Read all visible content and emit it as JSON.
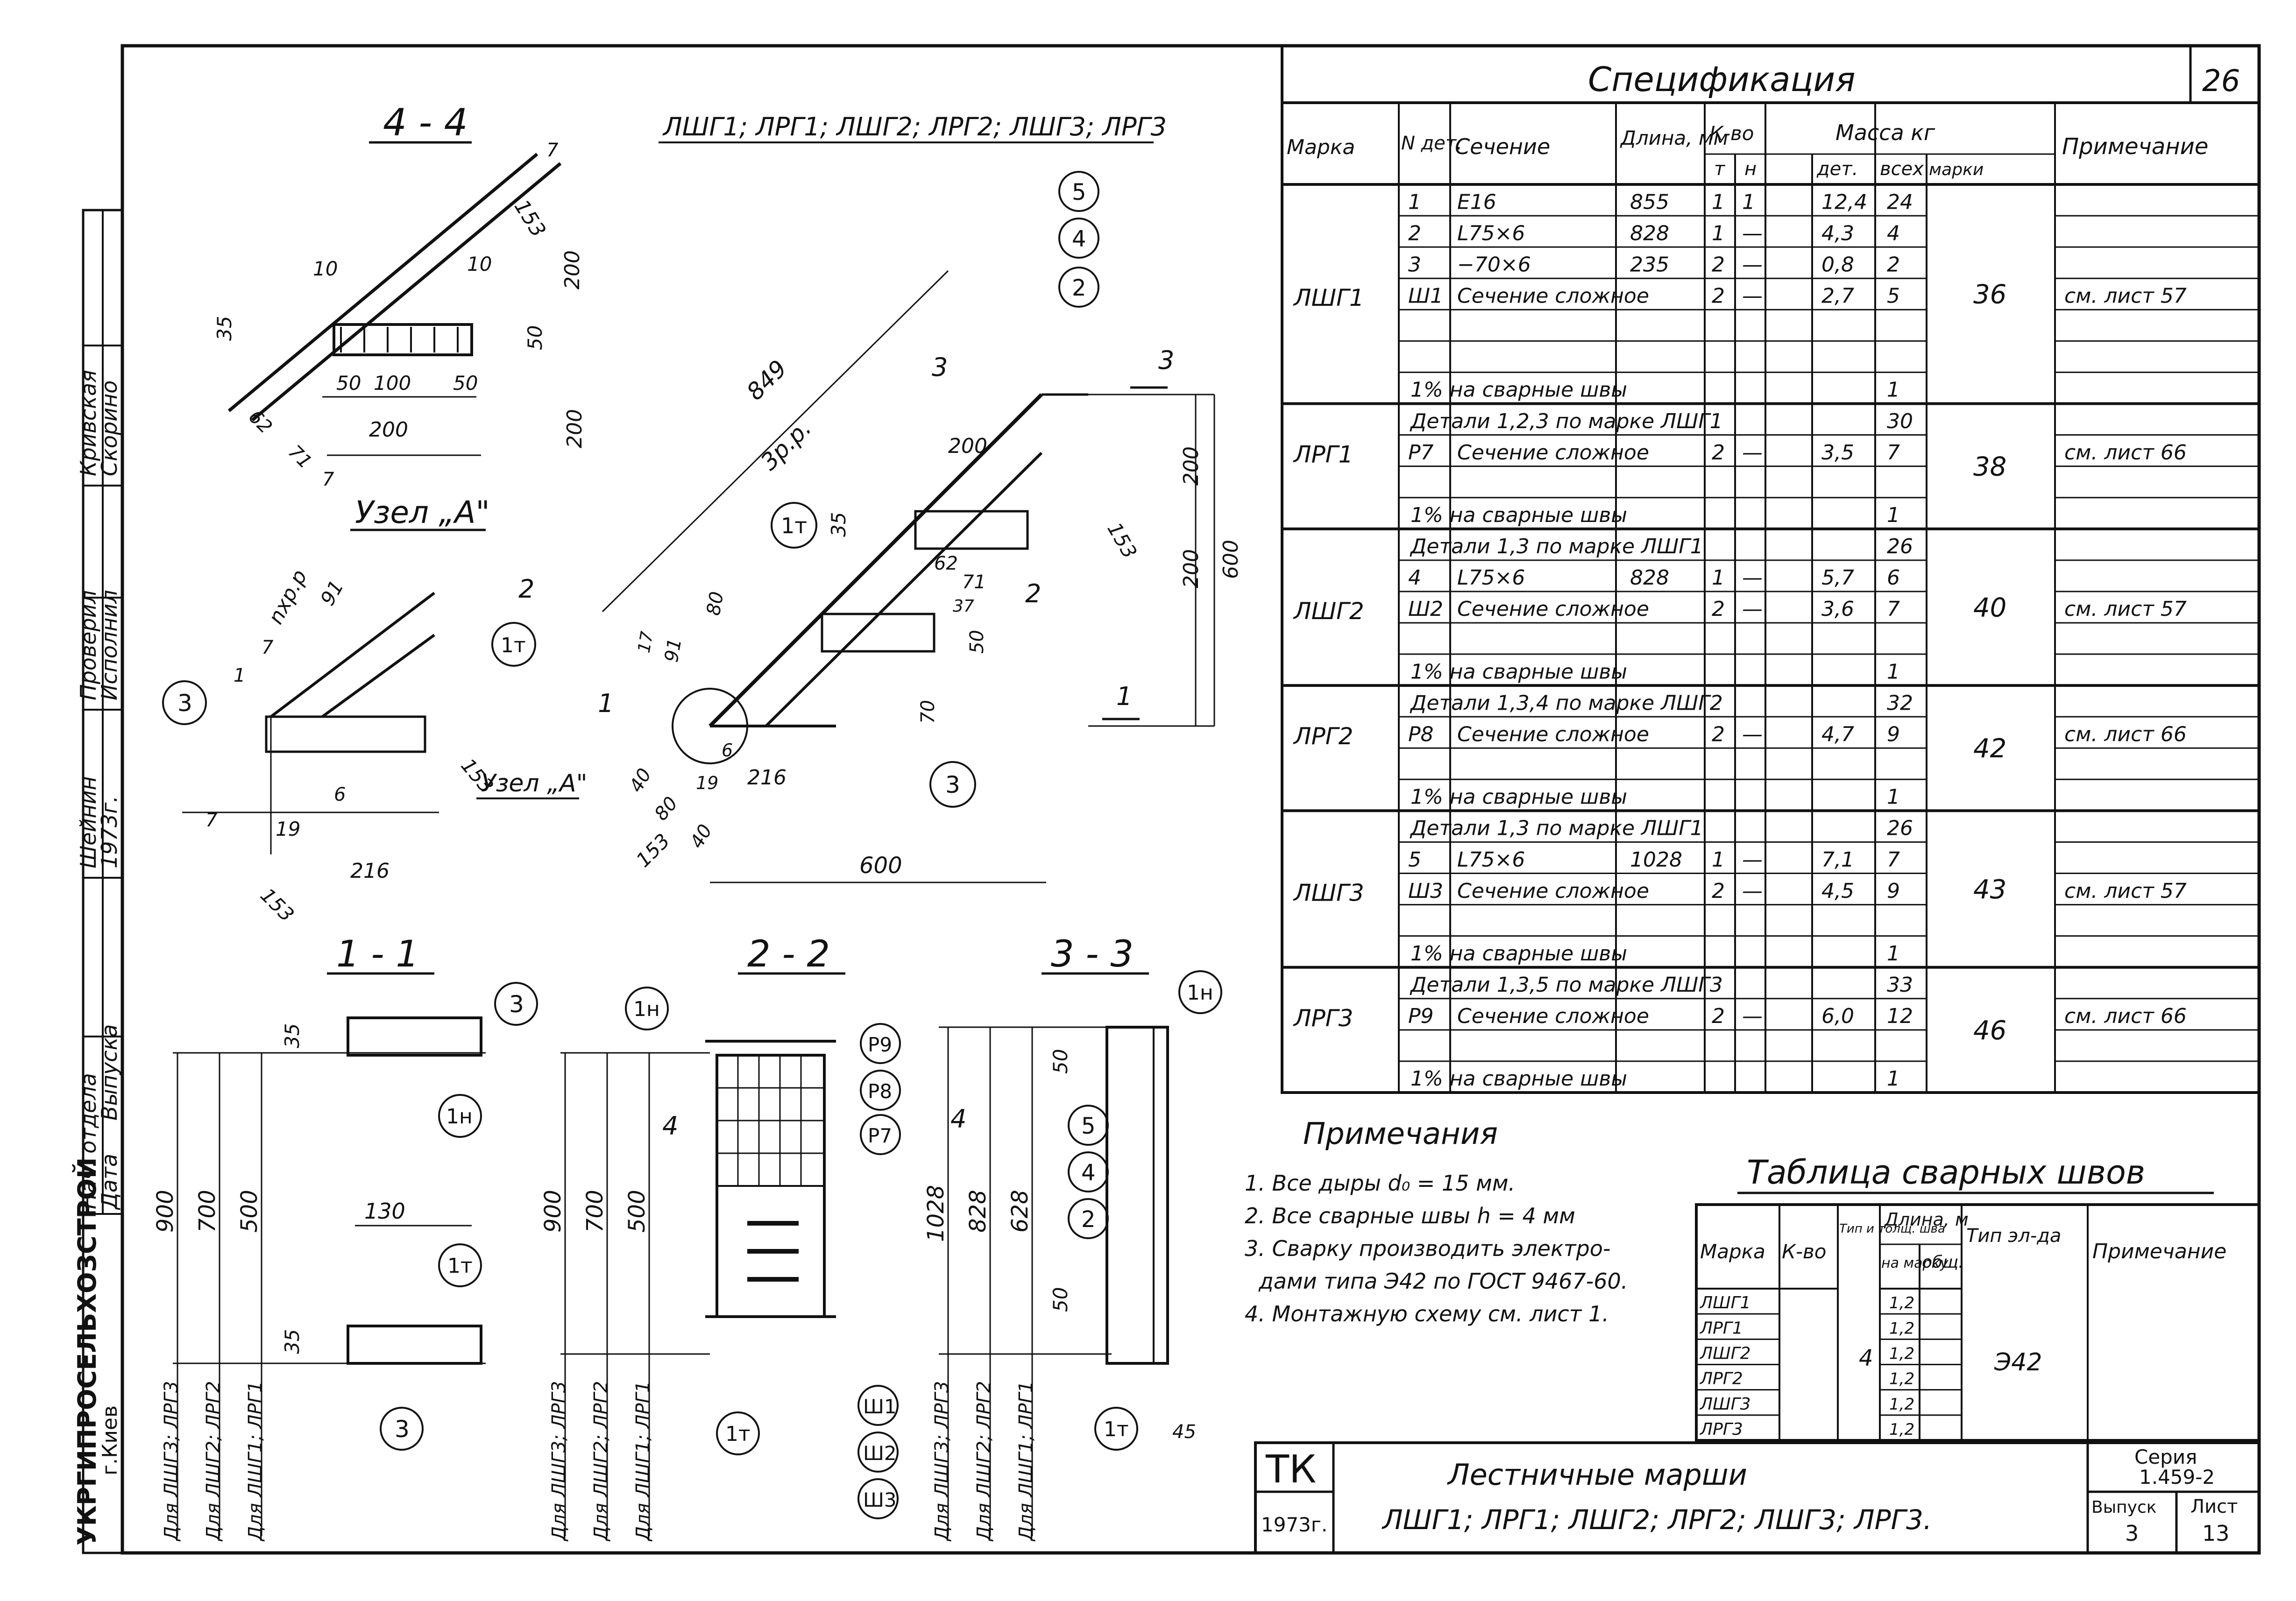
{
  "sheet_no": "26",
  "views": {
    "v44": "4 - 4",
    "v11": "1 - 1",
    "v22": "2 - 2",
    "v33": "3 - 3",
    "main": "ЛШГ1; ЛРГ1; ЛШГ2; ЛРГ2; ЛШГ3; ЛРГ3",
    "node": "Узел „А\"",
    "node_ref": "Узел „А\""
  },
  "dims": {
    "v44": [
      "7",
      "153",
      "200",
      "10",
      "10",
      "35",
      "50",
      "50",
      "100",
      "50",
      "200",
      "200",
      "62",
      "71",
      "7"
    ],
    "main": [
      "849",
      "3р.р.",
      "200",
      "35",
      "62",
      "71",
      "200",
      "200",
      "600",
      "153",
      "37",
      "50",
      "91",
      "80",
      "17",
      "40",
      "80",
      "40",
      "153",
      "216",
      "600",
      "70",
      "6",
      "19"
    ],
    "node": [
      "nxр.р",
      "91",
      "7",
      "1",
      "153",
      "6",
      "19",
      "216",
      "7",
      "153"
    ],
    "sec11": [
      "35",
      "900",
      "700",
      "500",
      "130",
      "35"
    ],
    "sec22": [
      "900",
      "700",
      "500"
    ],
    "sec33": [
      "1028",
      "828",
      "628",
      "50",
      "50",
      "45"
    ]
  },
  "callouts": {
    "main": [
      "5",
      "4",
      "2",
      "1т",
      "3"
    ],
    "v11": [
      "3",
      "1н",
      "1т",
      "3"
    ],
    "v22": [
      "1н",
      "Р9",
      "Р8",
      "Р7",
      "1т",
      "Ш1",
      "Ш2",
      "Ш3"
    ],
    "v33": [
      "1н",
      "5",
      "4",
      "2",
      "1т"
    ],
    "node": [
      "3",
      "1т"
    ]
  },
  "cut_marks": [
    "3",
    "3",
    "2",
    "2",
    "1",
    "1",
    "4",
    "4"
  ],
  "vertical_labels": {
    "v11": [
      "Для ЛШГ3; ЛРГ3",
      "Для ЛШГ2; ЛРГ2",
      "Для ЛШГ1; ЛРГ1"
    ],
    "v22": [
      "Для ЛШГ3; ЛРГ3",
      "Для ЛШГ2; ЛРГ2",
      "Для ЛШГ1; ЛРГ1"
    ],
    "v33": [
      "Для ЛШГ3; ЛРГ3",
      "Для ЛШГ2; ЛРГ2",
      "Для ЛШГ1; ЛРГ1"
    ]
  },
  "left_strip": {
    "org": "УКРГИПРОСЕЛЬХОЗСТРОЙ",
    "city": "г.Киев",
    "roles": [
      "Нач. отдела",
      "Выпуска",
      "Шейнин",
      "Проверил",
      "Исполнил",
      "Кривская",
      "Скорино",
      "Дата",
      "1973г."
    ]
  },
  "spec": {
    "title": "Спецификация",
    "headers": {
      "mark": "Марка",
      "det": "N дет.",
      "section": "Сечение",
      "length": "Длина, мм",
      "qty": "К-во",
      "qty_t": "т",
      "qty_n": "н",
      "mass": "Масса кг",
      "mass_det": "дет.",
      "mass_all": "всех",
      "mass_mark": "марки",
      "note": "Примечание"
    },
    "rows": [
      {
        "mark": "",
        "det": "1",
        "section": "Е16",
        "length": "855",
        "t": "1",
        "n": "1",
        "m_det": "12,4",
        "m_all": "24",
        "note": ""
      },
      {
        "mark": "",
        "det": "2",
        "section": "L75×6",
        "length": "828",
        "t": "1",
        "n": "—",
        "m_det": "4,3",
        "m_all": "4",
        "note": ""
      },
      {
        "mark": "",
        "det": "3",
        "section": "−70×6",
        "length": "235",
        "t": "2",
        "n": "—",
        "m_det": "0,8",
        "m_all": "2",
        "note": ""
      },
      {
        "mark": "ЛШГ1",
        "det": "Ш1",
        "section": "Сечение сложное",
        "length": "",
        "t": "2",
        "n": "—",
        "m_det": "2,7",
        "m_all": "5",
        "note": "см. лист 57"
      },
      {
        "mark": "",
        "det": "",
        "section": "",
        "length": "",
        "t": "",
        "n": "",
        "m_det": "",
        "m_all": "",
        "note": ""
      },
      {
        "mark": "",
        "det": "",
        "section": "",
        "length": "",
        "t": "",
        "n": "",
        "m_det": "",
        "m_all": "",
        "note": ""
      },
      {
        "mark": "",
        "det": "",
        "section": "1% на сварные швы",
        "length": "",
        "t": "",
        "n": "",
        "m_det": "",
        "m_all": "1",
        "note": ""
      },
      {
        "mark": "",
        "det": "",
        "section": "Детали 1,2,3 по марке ЛШГ1",
        "length": "",
        "t": "",
        "n": "",
        "m_det": "",
        "m_all": "30",
        "note": ""
      },
      {
        "mark": "ЛРГ1",
        "det": "Р7",
        "section": "Сечение сложное",
        "length": "",
        "t": "2",
        "n": "—",
        "m_det": "3,5",
        "m_all": "7",
        "note": "см. лист 66"
      },
      {
        "mark": "",
        "det": "",
        "section": "",
        "length": "",
        "t": "",
        "n": "",
        "m_det": "",
        "m_all": "",
        "note": ""
      },
      {
        "mark": "",
        "det": "",
        "section": "1% на сварные швы",
        "length": "",
        "t": "",
        "n": "",
        "m_det": "",
        "m_all": "1",
        "note": ""
      },
      {
        "mark": "",
        "det": "",
        "section": "Детали 1,3 по марке ЛШГ1",
        "length": "",
        "t": "",
        "n": "",
        "m_det": "",
        "m_all": "26",
        "note": ""
      },
      {
        "mark": "",
        "det": "4",
        "section": "L75×6",
        "length": "828",
        "t": "1",
        "n": "—",
        "m_det": "5,7",
        "m_all": "6",
        "note": ""
      },
      {
        "mark": "ЛШГ2",
        "det": "Ш2",
        "section": "Сечение сложное",
        "length": "",
        "t": "2",
        "n": "—",
        "m_det": "3,6",
        "m_all": "7",
        "note": "см. лист 57"
      },
      {
        "mark": "",
        "det": "",
        "section": "",
        "length": "",
        "t": "",
        "n": "",
        "m_det": "",
        "m_all": "",
        "note": ""
      },
      {
        "mark": "",
        "det": "",
        "section": "1% на сварные швы",
        "length": "",
        "t": "",
        "n": "",
        "m_det": "",
        "m_all": "1",
        "note": ""
      },
      {
        "mark": "",
        "det": "",
        "section": "Детали 1,3,4 по марке ЛШГ2",
        "length": "",
        "t": "",
        "n": "",
        "m_det": "",
        "m_all": "32",
        "note": ""
      },
      {
        "mark": "ЛРГ2",
        "det": "Р8",
        "section": "Сечение сложное",
        "length": "",
        "t": "2",
        "n": "—",
        "m_det": "4,7",
        "m_all": "9",
        "note": "см. лист 66"
      },
      {
        "mark": "",
        "det": "",
        "section": "",
        "length": "",
        "t": "",
        "n": "",
        "m_det": "",
        "m_all": "",
        "note": ""
      },
      {
        "mark": "",
        "det": "",
        "section": "1% на сварные швы",
        "length": "",
        "t": "",
        "n": "",
        "m_det": "",
        "m_all": "1",
        "note": ""
      },
      {
        "mark": "",
        "det": "",
        "section": "Детали 1,3 по марке ЛШГ1",
        "length": "",
        "t": "",
        "n": "",
        "m_det": "",
        "m_all": "26",
        "note": ""
      },
      {
        "mark": "",
        "det": "5",
        "section": "L75×6",
        "length": "1028",
        "t": "1",
        "n": "—",
        "m_det": "7,1",
        "m_all": "7",
        "note": ""
      },
      {
        "mark": "ЛШГ3",
        "det": "Ш3",
        "section": "Сечение сложное",
        "length": "",
        "t": "2",
        "n": "—",
        "m_det": "4,5",
        "m_all": "9",
        "note": "см. лист 57"
      },
      {
        "mark": "",
        "det": "",
        "section": "",
        "length": "",
        "t": "",
        "n": "",
        "m_det": "",
        "m_all": "",
        "note": ""
      },
      {
        "mark": "",
        "det": "",
        "section": "1% на сварные швы",
        "length": "",
        "t": "",
        "n": "",
        "m_det": "",
        "m_all": "1",
        "note": ""
      },
      {
        "mark": "",
        "det": "",
        "section": "Детали 1,3,5 по марке ЛШГ3",
        "length": "",
        "t": "",
        "n": "",
        "m_det": "",
        "m_all": "33",
        "note": ""
      },
      {
        "mark": "ЛРГ3",
        "det": "Р9",
        "section": "Сечение сложное",
        "length": "",
        "t": "2",
        "n": "—",
        "m_det": "6,0",
        "m_all": "12",
        "note": "см. лист 66"
      },
      {
        "mark": "",
        "det": "",
        "section": "",
        "length": "",
        "t": "",
        "n": "",
        "m_det": "",
        "m_all": "",
        "note": ""
      },
      {
        "mark": "",
        "det": "",
        "section": "1% на сварные швы",
        "length": "",
        "t": "",
        "n": "",
        "m_det": "",
        "m_all": "1",
        "note": ""
      }
    ],
    "mark_mass": [
      "36",
      "38",
      "40",
      "42",
      "43",
      "46"
    ]
  },
  "notes": {
    "title": "Примечания",
    "items": [
      "1. Все дыры d₀ = 15 мм.",
      "2. Все сварные швы h = 4 мм",
      "3. Сварку производить электро-",
      "дами типа Э42 по ГОСТ 9467-60.",
      "4. Монтажную схему см. лист 1."
    ]
  },
  "welds": {
    "title": "Таблица сварных швов",
    "headers": {
      "mark": "Марка",
      "qty": "К-во",
      "type": "Тип и толщ. шва",
      "length": "Длина, м",
      "len_mark": "на марку",
      "len_total": "общ.",
      "electrode": "Тип эл-да",
      "note": "Примечание"
    },
    "rows": [
      {
        "mark": "ЛШГ1",
        "len": "1,2"
      },
      {
        "mark": "ЛРГ1",
        "len": "1,2"
      },
      {
        "mark": "ЛШГ2",
        "len": "1,2"
      },
      {
        "mark": "ЛРГ2",
        "len": "1,2"
      },
      {
        "mark": "ЛШГ3",
        "len": "1,2"
      },
      {
        "mark": "ЛРГ3",
        "len": "1,2"
      }
    ],
    "weld_thickness": "4",
    "electrode": "Э42"
  },
  "title_block": {
    "logo": "ТК",
    "year": "1973г.",
    "title_line1": "Лестничные марши",
    "title_line2": "ЛШГ1; ЛРГ1; ЛШГ2; ЛРГ2; ЛШГ3; ЛРГ3.",
    "series_label": "Серия",
    "series_value": "1.459-2",
    "issue_label": "Выпуск",
    "issue_value": "3",
    "sheet_label": "Лист",
    "sheet_value": "13"
  }
}
